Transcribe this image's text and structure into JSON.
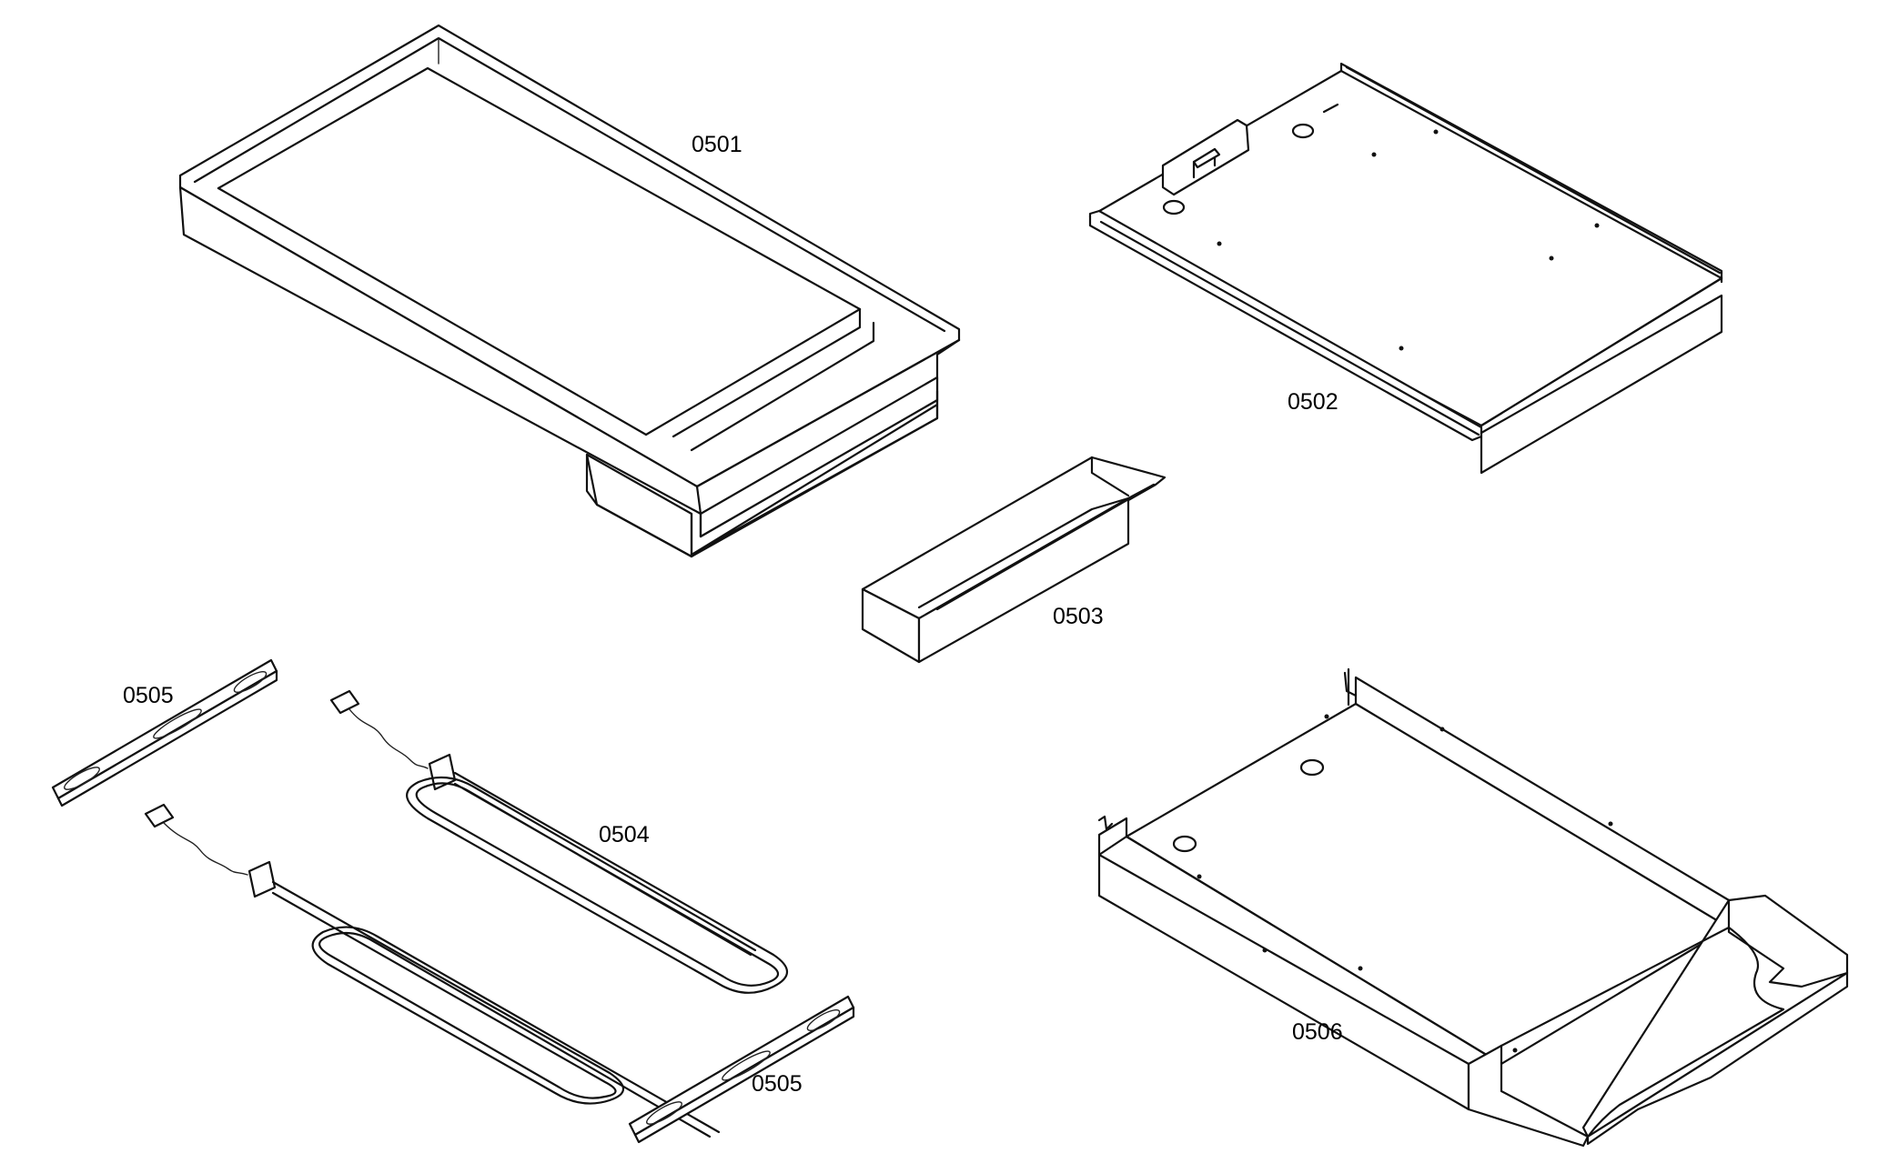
{
  "parts": [
    {
      "id": "tray",
      "label": "0501"
    },
    {
      "id": "plate",
      "label": "0502"
    },
    {
      "id": "channel",
      "label": "0503"
    },
    {
      "id": "heater",
      "label": "0504"
    },
    {
      "id": "bracket-top",
      "label": "0505"
    },
    {
      "id": "bracket-bottom",
      "label": "0505"
    },
    {
      "id": "base-pan",
      "label": "0506"
    }
  ],
  "colors": {
    "line": "#111111",
    "background": "#ffffff"
  }
}
